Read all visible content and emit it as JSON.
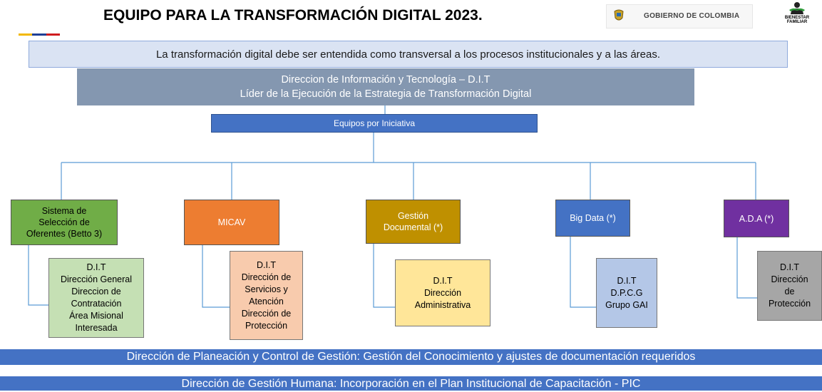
{
  "header": {
    "title": "EQUIPO PARA LA TRANSFORMACIÓN DIGITAL 2023.",
    "gov_label": "GOBIERNO DE COLOMBIA",
    "icbf_line1": "BIENESTAR",
    "icbf_line2": "FAMILIAR",
    "flag_colors": [
      "#f2b800",
      "#1f3f94",
      "#d01c1f"
    ]
  },
  "banner": {
    "text": "La transformación digital debe ser entendida como transversal a los procesos institucionales y a las áreas."
  },
  "dit": {
    "line1": "Direccion de Información y Tecnología – D.I.T",
    "line2": "Líder de la Ejecución de la Estrategia de Transformación Digital"
  },
  "teams": {
    "label": "Equipos por Iniciativa"
  },
  "initiatives": [
    {
      "lines": [
        "Sistema de",
        "Selección de",
        "Oferentes (Betto 3)"
      ],
      "color": "#70ad47",
      "sub": [
        "D.I.T",
        "Dirección General",
        "Direccion de",
        "Contratación",
        "Área Misional",
        "Interesada"
      ],
      "sub_color": "#c5e0b4"
    },
    {
      "lines": [
        "MICAV"
      ],
      "color": "#ed7d31",
      "sub": [
        "D.I.T",
        "Dirección de",
        "Servicios y",
        "Atención",
        "Dirección de",
        "Protección"
      ],
      "sub_color": "#f8cbad"
    },
    {
      "lines": [
        "Gestión",
        "Documental (*)"
      ],
      "color": "#bf9000",
      "sub": [
        "D.I.T",
        "Dirección",
        "Administrativa"
      ],
      "sub_color": "#ffe699"
    },
    {
      "lines": [
        "Big Data (*)"
      ],
      "color": "#4472c4",
      "sub": [
        "D.I.T",
        "D.P.C.G",
        "Grupo GAI"
      ],
      "sub_color": "#b4c7e7"
    },
    {
      "lines": [
        "A.D.A (*)"
      ],
      "color": "#7030a0",
      "sub": [
        "D.I.T",
        "Dirección",
        "de",
        "Protección"
      ],
      "sub_color": "#a6a6a6"
    }
  ],
  "footer": {
    "bar1": "Dirección de Planeación y Control de Gestión: Gestión del Conocimiento y ajustes de documentación requeridos",
    "bar2": "Dirección de Gestión Humana: Incorporación en el Plan Institucional de Capacitación - PIC"
  }
}
